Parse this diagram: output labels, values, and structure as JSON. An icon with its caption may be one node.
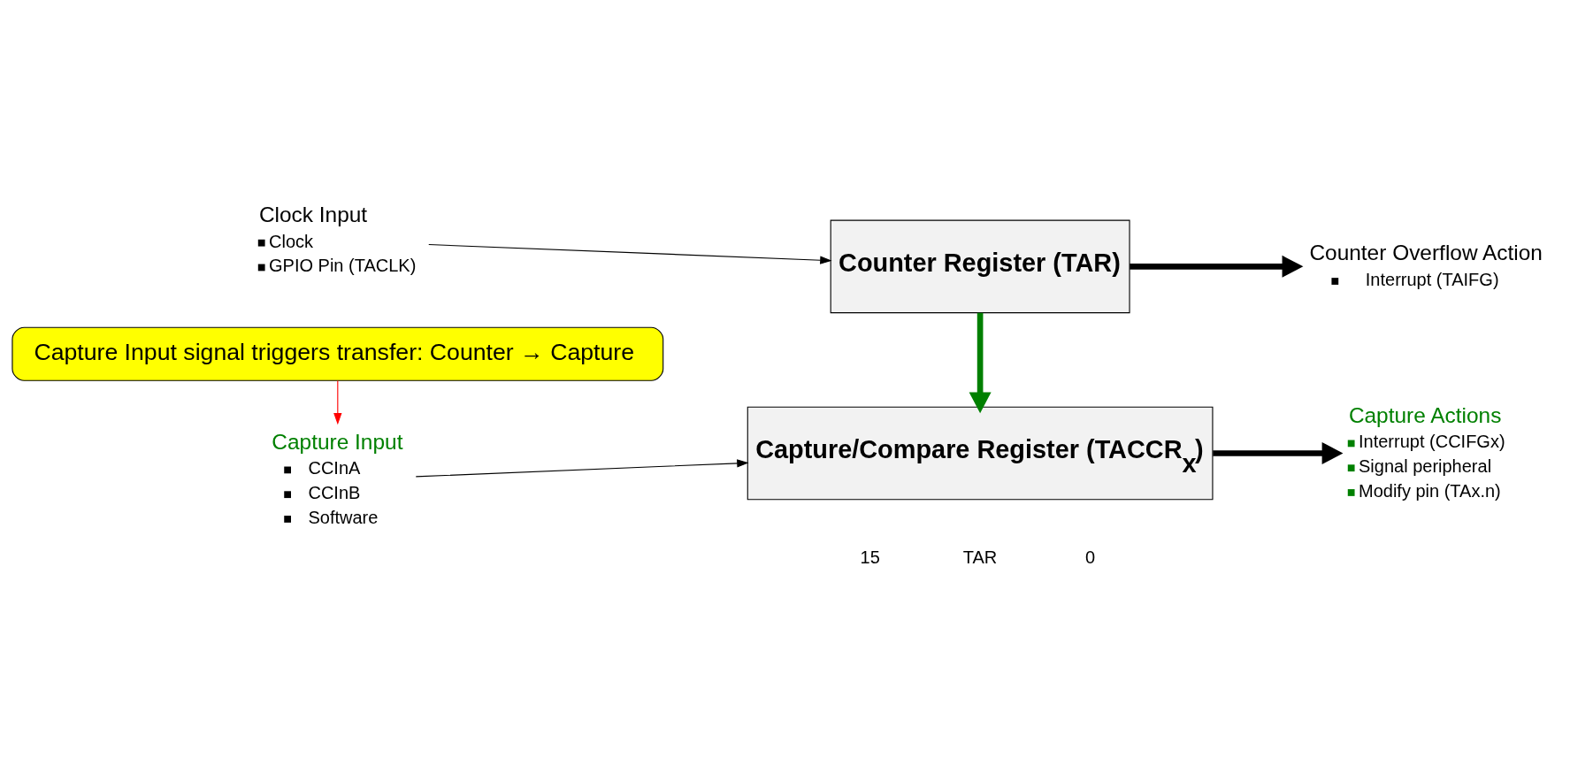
{
  "diagram": {
    "nodes": [
      {
        "text": [
          "Counter Register (TAR)"
        ]
      },
      {
        "text": [
          "Clock Input",
          "Clock",
          "GPIO Pin (TACLK)"
        ]
      },
      {
        "text": [
          "Counter Overflow Action",
          "Interrupt (TAIFG)"
        ]
      },
      {
        "text": [
          "Capture Input signal triggers transfer: Counter → Capture"
        ]
      },
      {
        "text": [
          "Capture Input",
          "CCInA",
          "CCInB",
          "Software"
        ]
      },
      {
        "text": [
          "Capture/Compare Register (TACCR$_{x}$)"
        ]
      },
      {
        "text": [
          "Capture Actions",
          "Interrupt (CCIFGx)",
          "Signal peripheral",
          "Modify pin (TAx.n)"
        ]
      }
    ],
    "edges": [
      {
        "from": 1,
        "to": 0,
        "arrow": "to"
      },
      {
        "from": 0,
        "to": 2,
        "arrow": "to",
        "style": "thick"
      },
      {
        "from": 0,
        "to": 5,
        "arrow": "to",
        "style": "thick",
        "color": "#008000"
      },
      {
        "from": 3,
        "to": 4,
        "arrow": "to",
        "color": "#ff0000"
      },
      {
        "from": 4,
        "to": 5,
        "arrow": "to"
      },
      {
        "from": 5,
        "to": 6,
        "arrow": "to",
        "style": "thick"
      }
    ],
    "labels": [
      "15",
      "TAR",
      "0"
    ]
  }
}
